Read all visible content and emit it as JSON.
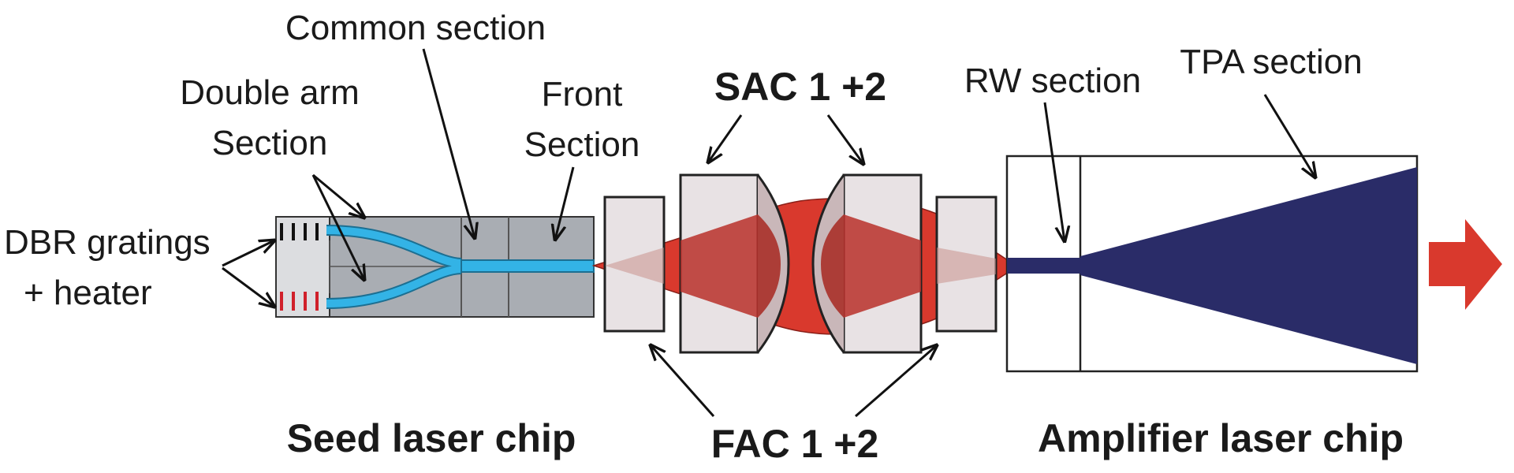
{
  "labels": {
    "dbr_line1": "DBR gratings",
    "dbr_line2": "+ heater",
    "double_arm_line1": "Double arm",
    "double_arm_line2": "Section",
    "common_section": "Common section",
    "front_line1": "Front",
    "front_line2": "Section",
    "sac": "SAC 1 +2",
    "rw_section": "RW section",
    "tpa_section": "TPA section",
    "seed_chip": "Seed laser chip",
    "fac": "FAC 1 +2",
    "amplifier_chip": "Amplifier laser chip"
  },
  "colors": {
    "chip_gray": "#a9adb3",
    "dbr_box": "#dcdde0",
    "waveguide_blue": "#33b3e6",
    "beam_red": "#d9392d",
    "lens_fill": "#e8e2e4",
    "amplifier_navy": "#2a2c68",
    "output_arrow": "#d9392d",
    "grating_black": "#111111",
    "grating_red": "#d0202a"
  },
  "icons": {
    "output": "output-beam-arrow-icon"
  }
}
